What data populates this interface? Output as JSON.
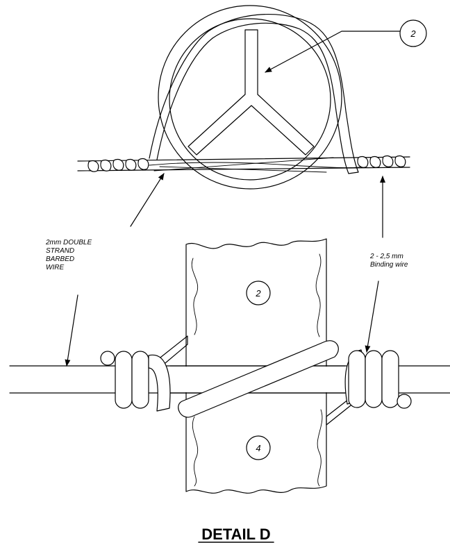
{
  "callouts": {
    "top_post": "2",
    "post_upper": "2",
    "post_lower": "4"
  },
  "notes": {
    "barbed_wire": [
      "2mm DOUBLE",
      "STRAND",
      "BARBED",
      "WIRE"
    ],
    "binding_wire": [
      "2 - 2,5 mm",
      "Binding wire"
    ]
  },
  "title": "DETAIL D",
  "colors": {
    "line": "#000000",
    "background": "#ffffff"
  }
}
